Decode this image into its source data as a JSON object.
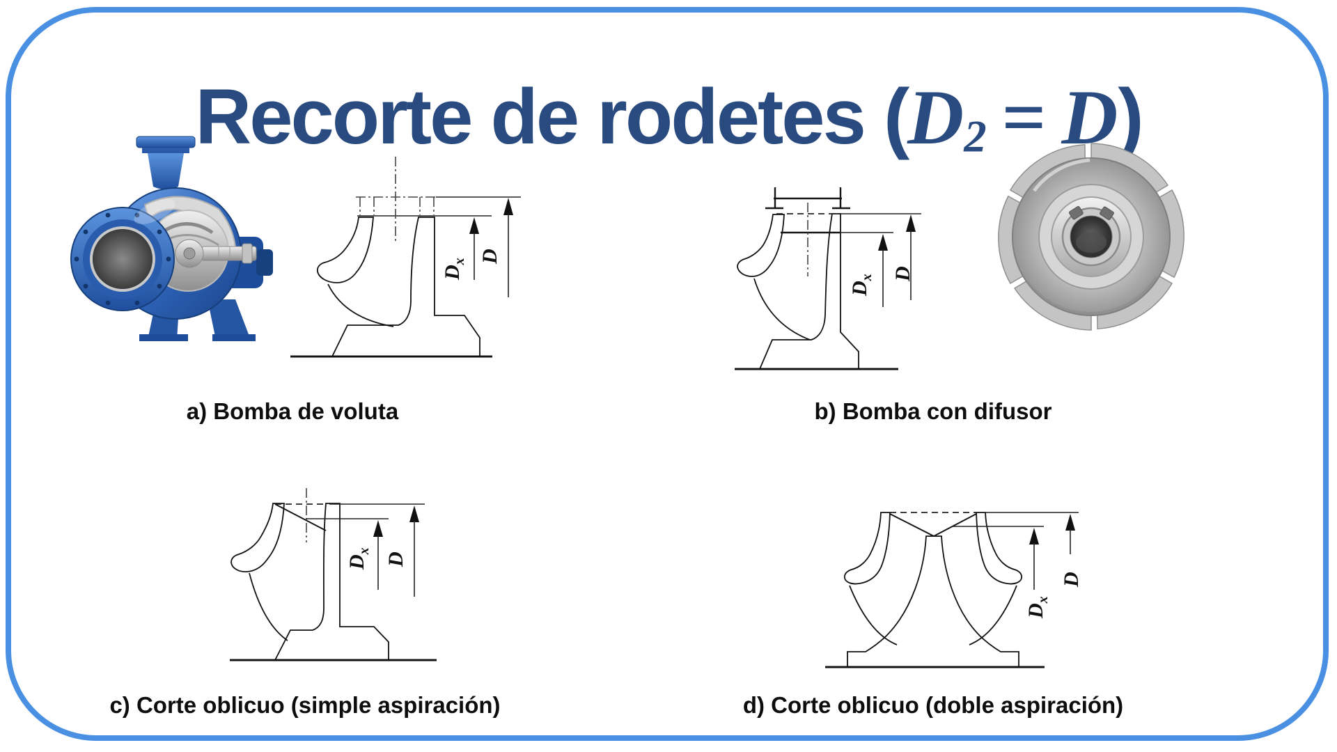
{
  "slide": {
    "background": "#ffffff",
    "border_color": "#4a90e2",
    "title_color": "#2a4b80"
  },
  "title": {
    "prefix": "Recorte de rodetes (",
    "var1": "D",
    "var1_sub": "2",
    "equals": "=",
    "var2": "D",
    "suffix": ")"
  },
  "figures": [
    {
      "label": "a",
      "caption": "a) Bomba de voluta",
      "photo": "volute-pump-cutaway-photo"
    },
    {
      "label": "b",
      "caption": "b) Bomba con difusor",
      "photo": "stainless-steel-impeller-photo"
    },
    {
      "label": "c",
      "caption": "c) Corte oblicuo (simple aspiración)"
    },
    {
      "label": "d",
      "caption": "d) Corte oblicuo (doble aspiración)"
    }
  ],
  "dimensions": {
    "trimmed": "D",
    "trimmed_sub": "x",
    "original": "D"
  }
}
